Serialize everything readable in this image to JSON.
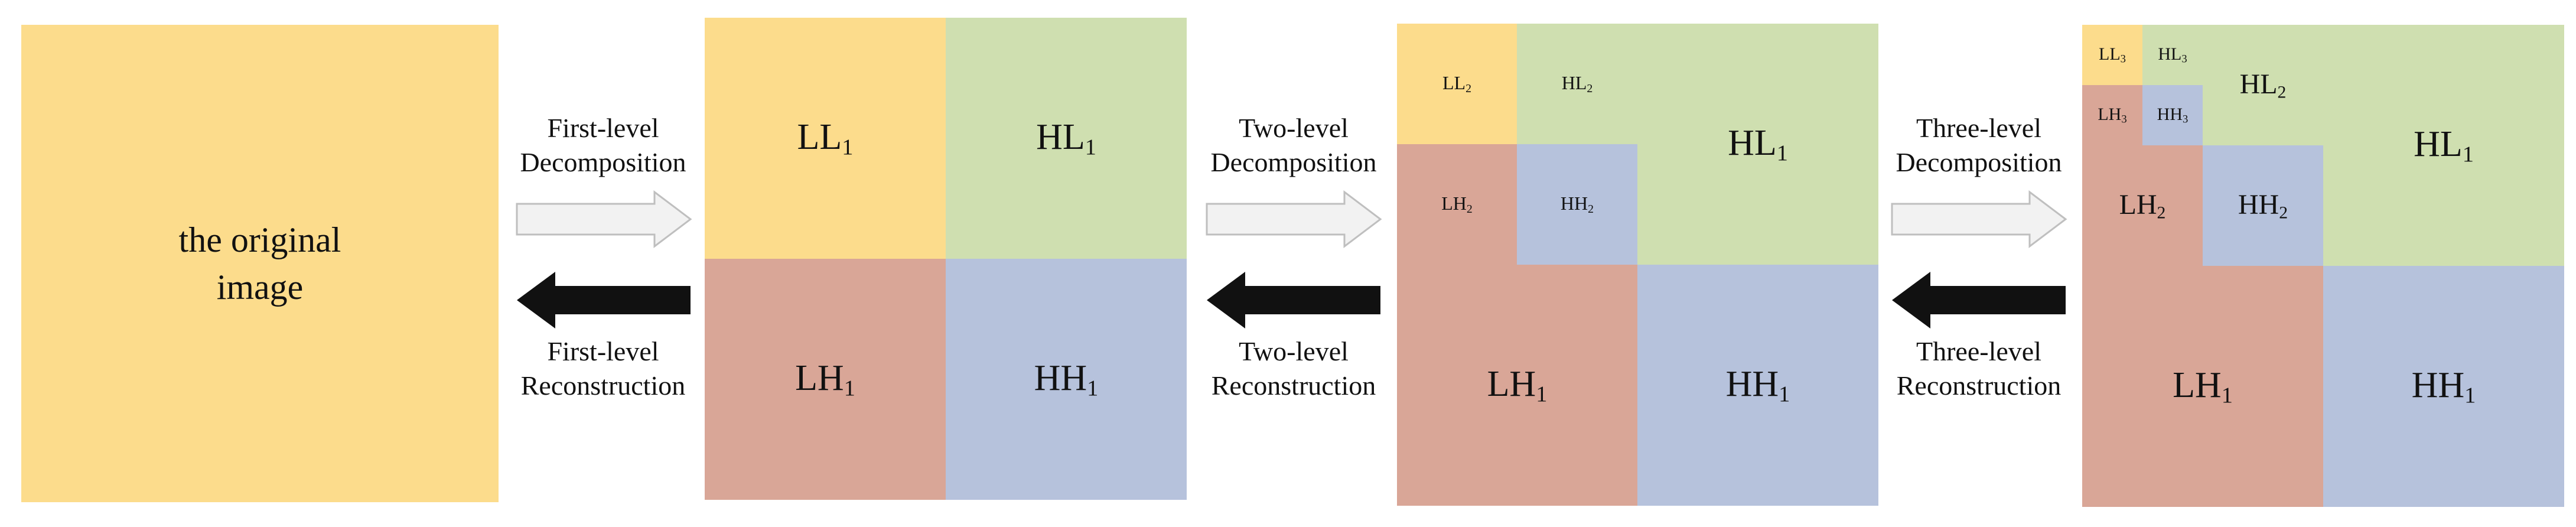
{
  "original": {
    "line1": "the original",
    "line2": "image"
  },
  "steps": [
    {
      "decomp_line1": "First-level",
      "decomp_line2": "Decomposition",
      "recon_line1": "First-level",
      "recon_line2": "Reconstruction"
    },
    {
      "decomp_line1": "Two-level",
      "decomp_line2": "Decomposition",
      "recon_line1": "Two-level",
      "recon_line2": "Reconstruction"
    },
    {
      "decomp_line1": "Three-level",
      "decomp_line2": "Decomposition",
      "recon_line1": "Three-level",
      "recon_line2": "Reconstruction"
    }
  ],
  "subbands": {
    "LL": "LL",
    "HL": "HL",
    "LH": "LH",
    "HH": "HH",
    "level1": "1",
    "level2": "2",
    "level3": "3"
  },
  "colors": {
    "LL": "#fcdc8c",
    "HL": "#cfdfb0",
    "LH": "#d9a697",
    "HH": "#b6c2dc",
    "decomposition_arrow": "#f2f2f2",
    "reconstruction_arrow": "#111111"
  }
}
